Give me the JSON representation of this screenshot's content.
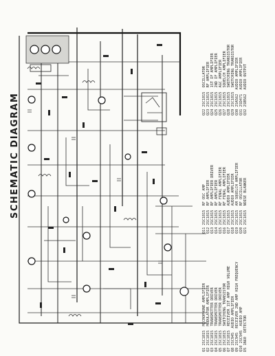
{
  "title": "SCHEMATIC DIAGRAM",
  "transistor_legend": {
    "column_a": [
      {
        "ref": "Q1",
        "type": "2SC1815",
        "function": "MICROPHONE AMPLIFIER"
      },
      {
        "ref": "Q2",
        "type": "2SC1815",
        "function": "MODULATOR AMPLIFIER"
      },
      {
        "ref": "Q3",
        "type": "2SC1815",
        "function": "TRANSMITTER DRIVER"
      },
      {
        "ref": "Q4",
        "type": "2SC1815",
        "function": "TRANSMITTER DRIVER"
      },
      {
        "ref": "Q5",
        "type": "2SC1815",
        "function": "TRANSMITTER DRIVER"
      },
      {
        "ref": "Q6",
        "type": "2SC1815",
        "function": "SWITCHING TRANSISTOR"
      },
      {
        "ref": "Q7",
        "type": "2SC1815",
        "function": "RECEIVER 1ST AMP HIGH VOLUME"
      },
      {
        "ref": "Q8",
        "type": "2SC945",
        "function": "AUDIO AMPLIFIER"
      },
      {
        "ref": "Q9",
        "type": "2SC945",
        "function": "RECEIVER 2ND AMP HIGH FREQUENCY"
      },
      {
        "ref": "Q10",
        "type": "2SC945",
        "function": "AUDIO AMP"
      },
      {
        "ref": "D5",
        "type": "1N60",
        "function": "DETECTOR"
      }
    ],
    "column_b": [
      {
        "ref": "Q11",
        "type": "2SC1815",
        "function": "RF OSC AMP"
      },
      {
        "ref": "Q12",
        "type": "2SC1815",
        "function": "RF AMPLIFIER"
      },
      {
        "ref": "Q13",
        "type": "2SC1815",
        "function": "RF AMPLIFIER DRIVER"
      },
      {
        "ref": "Q14",
        "type": "2SC1815",
        "function": "RF AMPLIFIER"
      },
      {
        "ref": "Q15",
        "type": "2SC1815",
        "function": "RF FINAL AMPLIFIER"
      },
      {
        "ref": "Q16",
        "type": "2SC1815",
        "function": "RF FINAL AMPLIFIER"
      },
      {
        "ref": "Q17",
        "type": "2SC1815",
        "function": "AUDIO AMPLIFIER"
      },
      {
        "ref": "Q18",
        "type": "2SC1815",
        "function": "AUDIO AMPLIFIER"
      },
      {
        "ref": "Q19",
        "type": "2SC1815",
        "function": "AM SQUELCH AMPLIFIER"
      },
      {
        "ref": "Q20",
        "type": "2SC1815",
        "function": "RF OSCILLATOR"
      },
      {
        "ref": "Q21",
        "type": "2SC1815",
        "function": "NOISE BLANKER"
      }
    ],
    "column_c": [
      {
        "ref": "Q22",
        "type": "2SC1815",
        "function": "OSCILLATOR"
      },
      {
        "ref": "Q23",
        "type": "2SC1815",
        "function": "RF AMPLIFIER"
      },
      {
        "ref": "Q24",
        "type": "2SC1815",
        "function": "1ST IF AMPLIFIER"
      },
      {
        "ref": "Q25",
        "type": "2SC1815",
        "function": "2ND IF AMPLIFIER"
      },
      {
        "ref": "Q26",
        "type": "2SC1815",
        "function": "AGC AMPLIFIER"
      },
      {
        "ref": "Q27",
        "type": "2SC1815",
        "function": "SQUELCH AMPLIFIER"
      },
      {
        "ref": "Q28",
        "type": "2SC1815",
        "function": "SWITCHING TRANSISTOR"
      },
      {
        "ref": "Q29",
        "type": "2SC1815",
        "function": "SWITCHING TRANSISTOR"
      },
      {
        "ref": "Q30",
        "type": "2SA562",
        "function": "AUDIO AMPLIFIER"
      },
      {
        "ref": "Q31",
        "type": "2SD471",
        "function": "AUDIO AMPLIFIER"
      },
      {
        "ref": "Q32",
        "type": "2SB562",
        "function": "AUDIO OUTPUT"
      }
    ]
  }
}
